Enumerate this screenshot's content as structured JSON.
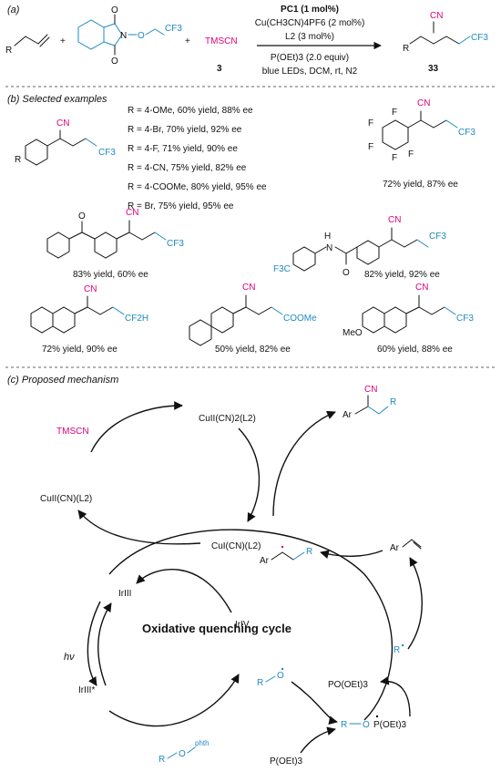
{
  "section_labels": {
    "a": "(a)",
    "b": "(b) Selected examples",
    "c": "(c) Proposed mechanism"
  },
  "scheme_a": {
    "plus": "+",
    "reagent": "TMSCN",
    "reagent_number": "3",
    "conditions": [
      "PC1 (1 mol%)",
      "Cu(CH3CN)4PF6 (2 mol%)",
      "L2 (3 mol%)",
      "P(OEt)3 (2.0 equiv)",
      "blue LEDs, DCM, rt, N2"
    ],
    "product_label": "CN",
    "product_number": "33"
  },
  "examples": {
    "r_variants": [
      "R = 4-OMe, 60% yield, 88% ee",
      "R = 4-Br, 70% yield, 92% ee",
      "R = 4-F, 71% yield, 90% ee",
      "R = 4-CN, 75% yield, 82% ee",
      "R = 4-COOMe, 80% yield, 95% ee",
      "R = Br, 75% yield, 95% ee"
    ],
    "yields": [
      "72% yield, 87% ee",
      "83% yield, 60% ee",
      "82% yield, 92% ee",
      "72% yield, 90% ee",
      "50% yield, 82% ee",
      "60% yield, 88% ee"
    ],
    "atom_labels": {
      "cn": "CN",
      "cf3": "CF3",
      "cf2h": "CF2H",
      "f": "F",
      "r": "R",
      "o": "O",
      "h": "H",
      "n": "N",
      "f3c": "F3C",
      "coome": "COOMe",
      "meo": "MeO"
    }
  },
  "mechanism": {
    "title": "Oxidative quenching cycle",
    "species": {
      "cu2_cn2_l2": "CuII(CN)2(L2)",
      "tmscn": "TMSCN",
      "cu2_cn_l2": "CuII(CN)(L2)",
      "cu1_cn_l2": "CuI(CN)(L2)",
      "ir3": "IrIII",
      "ir4": "IrIV",
      "ir3_star": "IrIII*",
      "hv": "hν",
      "radical_r": "R",
      "p_oet3_o": "PO(OEt)3",
      "phosphoranyl": "R–O–P(OEt)3",
      "alkoxy": "R–O",
      "r_o_phth": "R–O",
      "phth": "phth",
      "p_oet3": "P(OEt)3",
      "ar": "Ar",
      "r": "R",
      "cn": "CN"
    }
  }
}
